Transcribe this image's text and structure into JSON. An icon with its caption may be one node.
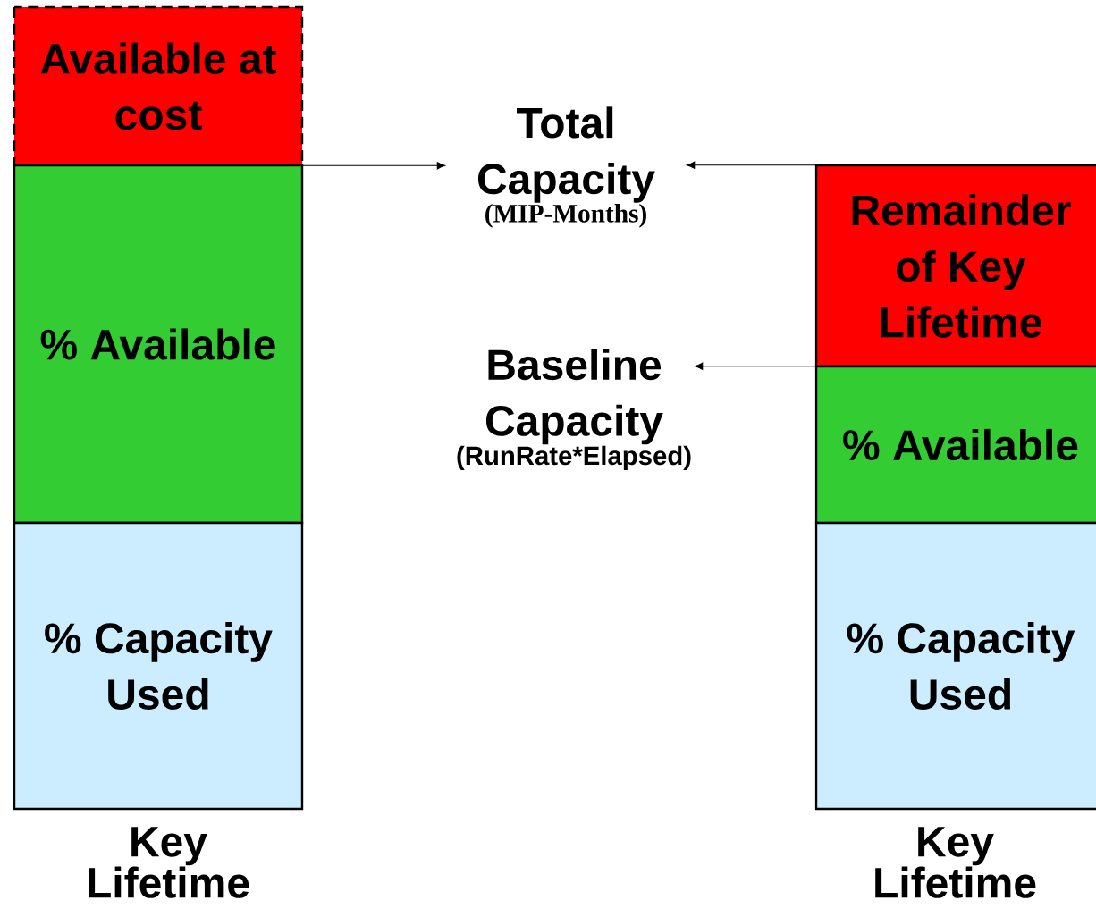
{
  "diagram": {
    "nodes": [
      {
        "text": [
          "Available at cost"
        ]
      },
      {
        "text": [
          "% Available"
        ]
      },
      {
        "text": [
          "% Capacity Used"
        ],
        "beside": [
          "Key Lifetime"
        ]
      },
      {
        "text": [
          "Total Capacity",
          "(MIP-Months)"
        ]
      },
      {
        "text": [
          "Baseline Capacity",
          "(RunRate*Elapsed)"
        ]
      },
      {
        "text": [
          "Remainder of Key Lifetime"
        ]
      },
      {
        "text": [
          "% Available"
        ]
      },
      {
        "text": [
          "% Capacity Used"
        ],
        "beside": [
          "Key Lifetime"
        ]
      }
    ],
    "edges": [
      {
        "from": 0,
        "to": 3,
        "arrow": "to"
      },
      {
        "from": 5,
        "to": 3,
        "arrow": "to"
      },
      {
        "from": 6,
        "to": 4,
        "arrow": "to"
      }
    ]
  }
}
